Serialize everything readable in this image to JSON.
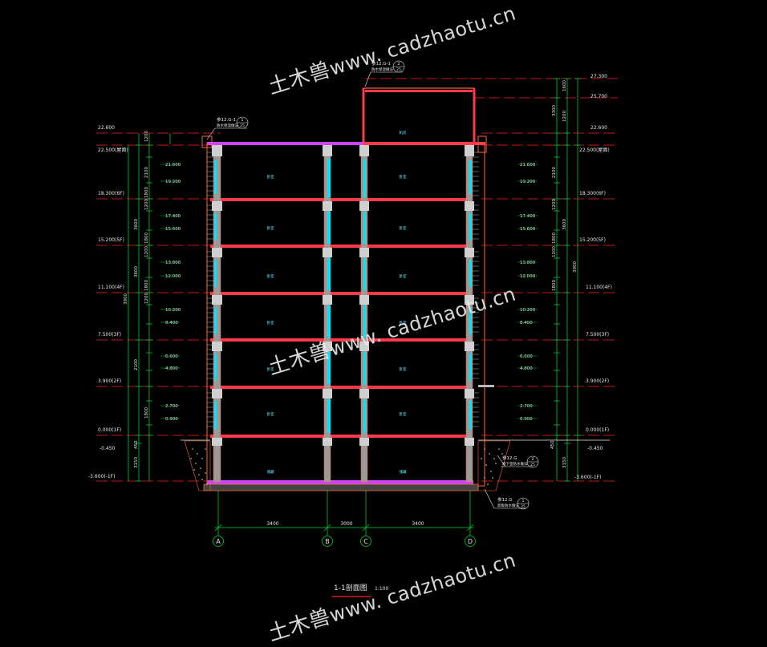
{
  "colors": {
    "background": "#000000",
    "slab": "#ff3b4a",
    "column": "#aaaaaa",
    "glass": "#00e5ff",
    "roof_layer": "#cc44ff",
    "dim_line": "#00d030",
    "level_line": "#ff2020",
    "outline": "#ff6633",
    "text": "#e6e6e6",
    "soil": "#cccccc"
  },
  "watermark": {
    "cn": "土木兽",
    "en": "www. cadzhaotu.cn"
  },
  "drawing": {
    "title": "1-1剖面图",
    "scale": "1:100"
  },
  "axes": [
    "A",
    "B",
    "C",
    "D"
  ],
  "bay_dims": [
    "3400",
    "3000",
    "3400"
  ],
  "left_elevations": [
    "22.600",
    "22.500(屋面)",
    "18.300(6F)",
    "15.200(5F)",
    "11.100(4F)",
    "7.500(3F)",
    "3.900(2F)",
    "0.000(1F)",
    "-0.450",
    "-3.600(-1F)"
  ],
  "right_elevations": [
    "27.300",
    "25.700",
    "22.600",
    "22.500(屋面)",
    "18.300(6F)",
    "15.200(5F)",
    "11.100(4F)",
    "7.500(3F)",
    "3.900(2F)",
    "0.000(1F)",
    "-0.450",
    "-3.600(-1F)"
  ],
  "window_marks": [
    "21.600",
    "19.200",
    "17.400",
    "15.600",
    "13.800",
    "12.000",
    "10.200",
    "8.400",
    "6.600",
    "4.800",
    "2.700",
    "0.900"
  ],
  "left_dims": [
    "1200",
    "2100",
    "1800",
    "1200",
    "3600",
    "1800",
    "1200",
    "3600",
    "1800",
    "1200",
    "2100",
    "1800",
    "3900",
    "450",
    "3150"
  ],
  "right_dims": [
    "1600",
    "3300",
    "1200",
    "2100",
    "1200",
    "1800",
    "3600",
    "1200",
    "1800",
    "3900",
    "450",
    "3150"
  ],
  "callouts": {
    "roof": {
      "ref": "参12.G-1",
      "note": "防水保温做法",
      "num": "1",
      "sheet": "25"
    },
    "top": {
      "ref": "参12.G-1",
      "note": "防水保温做法",
      "num": "2",
      "sheet": "25"
    },
    "wall": {
      "ref": "参12.G",
      "note": "地下室防水做法",
      "num": "2",
      "sheet": "25"
    },
    "base": {
      "ref": "参12.G",
      "note": "底板防水做法",
      "num": "1",
      "sheet": "25"
    }
  },
  "room_labels": [
    "机房",
    "卧室",
    "卧室",
    "卧室",
    "卧室",
    "卧室",
    "卧室",
    "卧室",
    "卧室",
    "卧室",
    "卧室",
    "卧室",
    "卧室",
    "储藏",
    "储藏"
  ]
}
